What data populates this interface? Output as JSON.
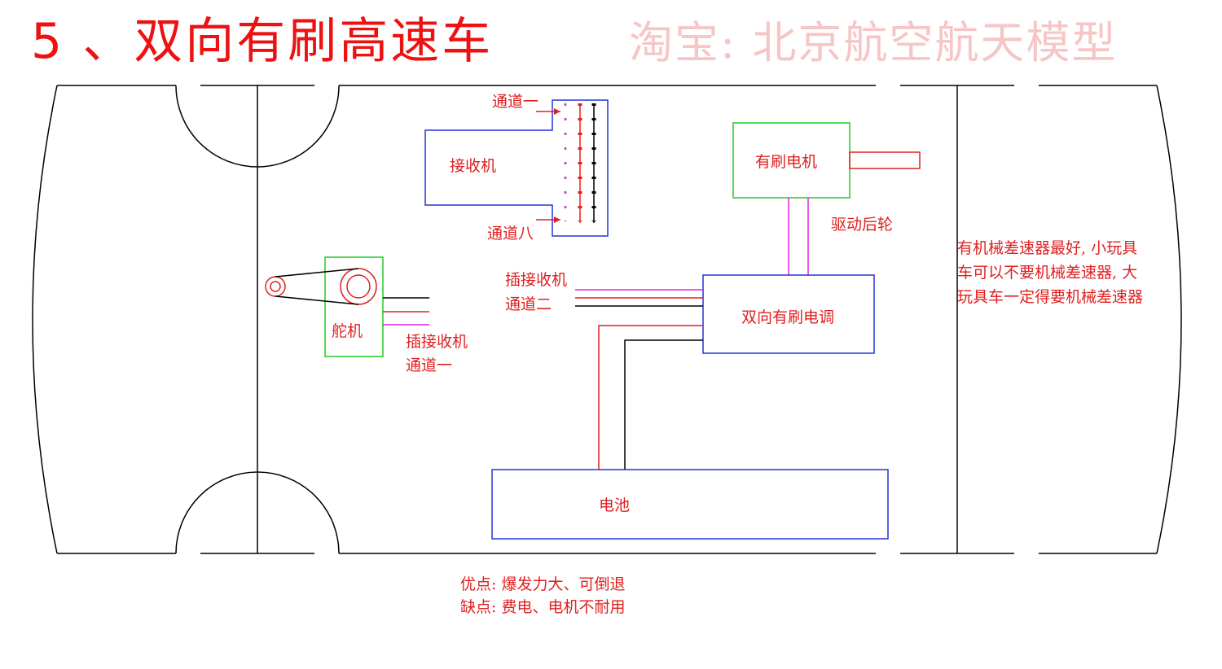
{
  "title": "5 、双向有刷高速车",
  "watermark": "淘宝: 北京航空航天模型",
  "labels": {
    "receiver": "接收机",
    "channel_1_top": "通道一",
    "channel_8": "通道八",
    "motor": "有刷电机",
    "drive_rear": "驱动后轮",
    "plug_receiver_a": "插接收机",
    "channel_2": "通道二",
    "esc": "双向有刷电调",
    "servo": "舵机",
    "plug_receiver_b": "插接收机",
    "channel_1_servo": "通道一",
    "battery": "电池",
    "note_line1": "有机械差速器最好, 小玩具",
    "note_line2": "车可以不要机械差速器, 大",
    "note_line3": "玩具车一定得要机械差速器",
    "pros": "优点: 爆发力大、可倒退",
    "cons": "缺点: 费电、电机不耐用"
  },
  "colors": {
    "outline": "#000000",
    "receiver_box": "#2233dd",
    "motor_box": "#22cc22",
    "servo_box": "#22cc22",
    "red": "#e02020",
    "magenta": "#dd22dd"
  }
}
